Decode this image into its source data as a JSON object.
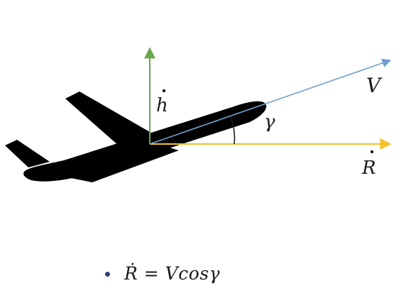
{
  "diagram": {
    "labels": {
      "h_dot": "h",
      "V": "V",
      "gamma": "γ",
      "R_dot": "R"
    },
    "colors": {
      "vertical_arrow": "#6aa84f",
      "velocity_arrow": "#6fa0cf",
      "horizontal_arrow": "#f2c227",
      "aircraft": "#000000",
      "label_text": "#1a1a1a",
      "bullet": "#2f3f73"
    },
    "icons": {
      "aircraft": "airplane-silhouette-icon",
      "bullet": "bullet-icon"
    }
  },
  "equation": {
    "text": "Ṙ = Vcosγ"
  }
}
